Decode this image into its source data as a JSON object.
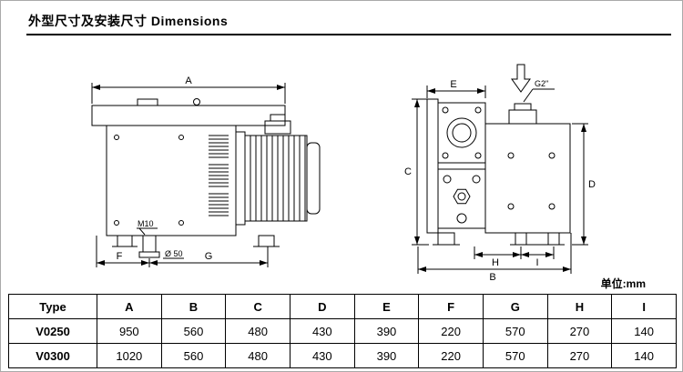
{
  "title": "外型尺寸及安装尺寸 Dimensions",
  "unit_label": "单位:mm",
  "drawings": {
    "side_view": {
      "labels": {
        "A": "A",
        "F": "F",
        "G": "G",
        "m10": "M10",
        "d50": "Ø 50"
      }
    },
    "end_view": {
      "labels": {
        "E": "E",
        "C": "C",
        "D": "D",
        "H": "H",
        "I": "I",
        "B": "B",
        "g2": "G2\""
      }
    }
  },
  "table": {
    "headers": [
      "Type",
      "A",
      "B",
      "C",
      "D",
      "E",
      "F",
      "G",
      "H",
      "I"
    ],
    "rows": [
      {
        "type": "V0250",
        "values": [
          "950",
          "560",
          "480",
          "430",
          "390",
          "220",
          "570",
          "270",
          "140"
        ]
      },
      {
        "type": "V0300",
        "values": [
          "1020",
          "560",
          "480",
          "430",
          "390",
          "220",
          "570",
          "270",
          "140"
        ]
      }
    ]
  }
}
